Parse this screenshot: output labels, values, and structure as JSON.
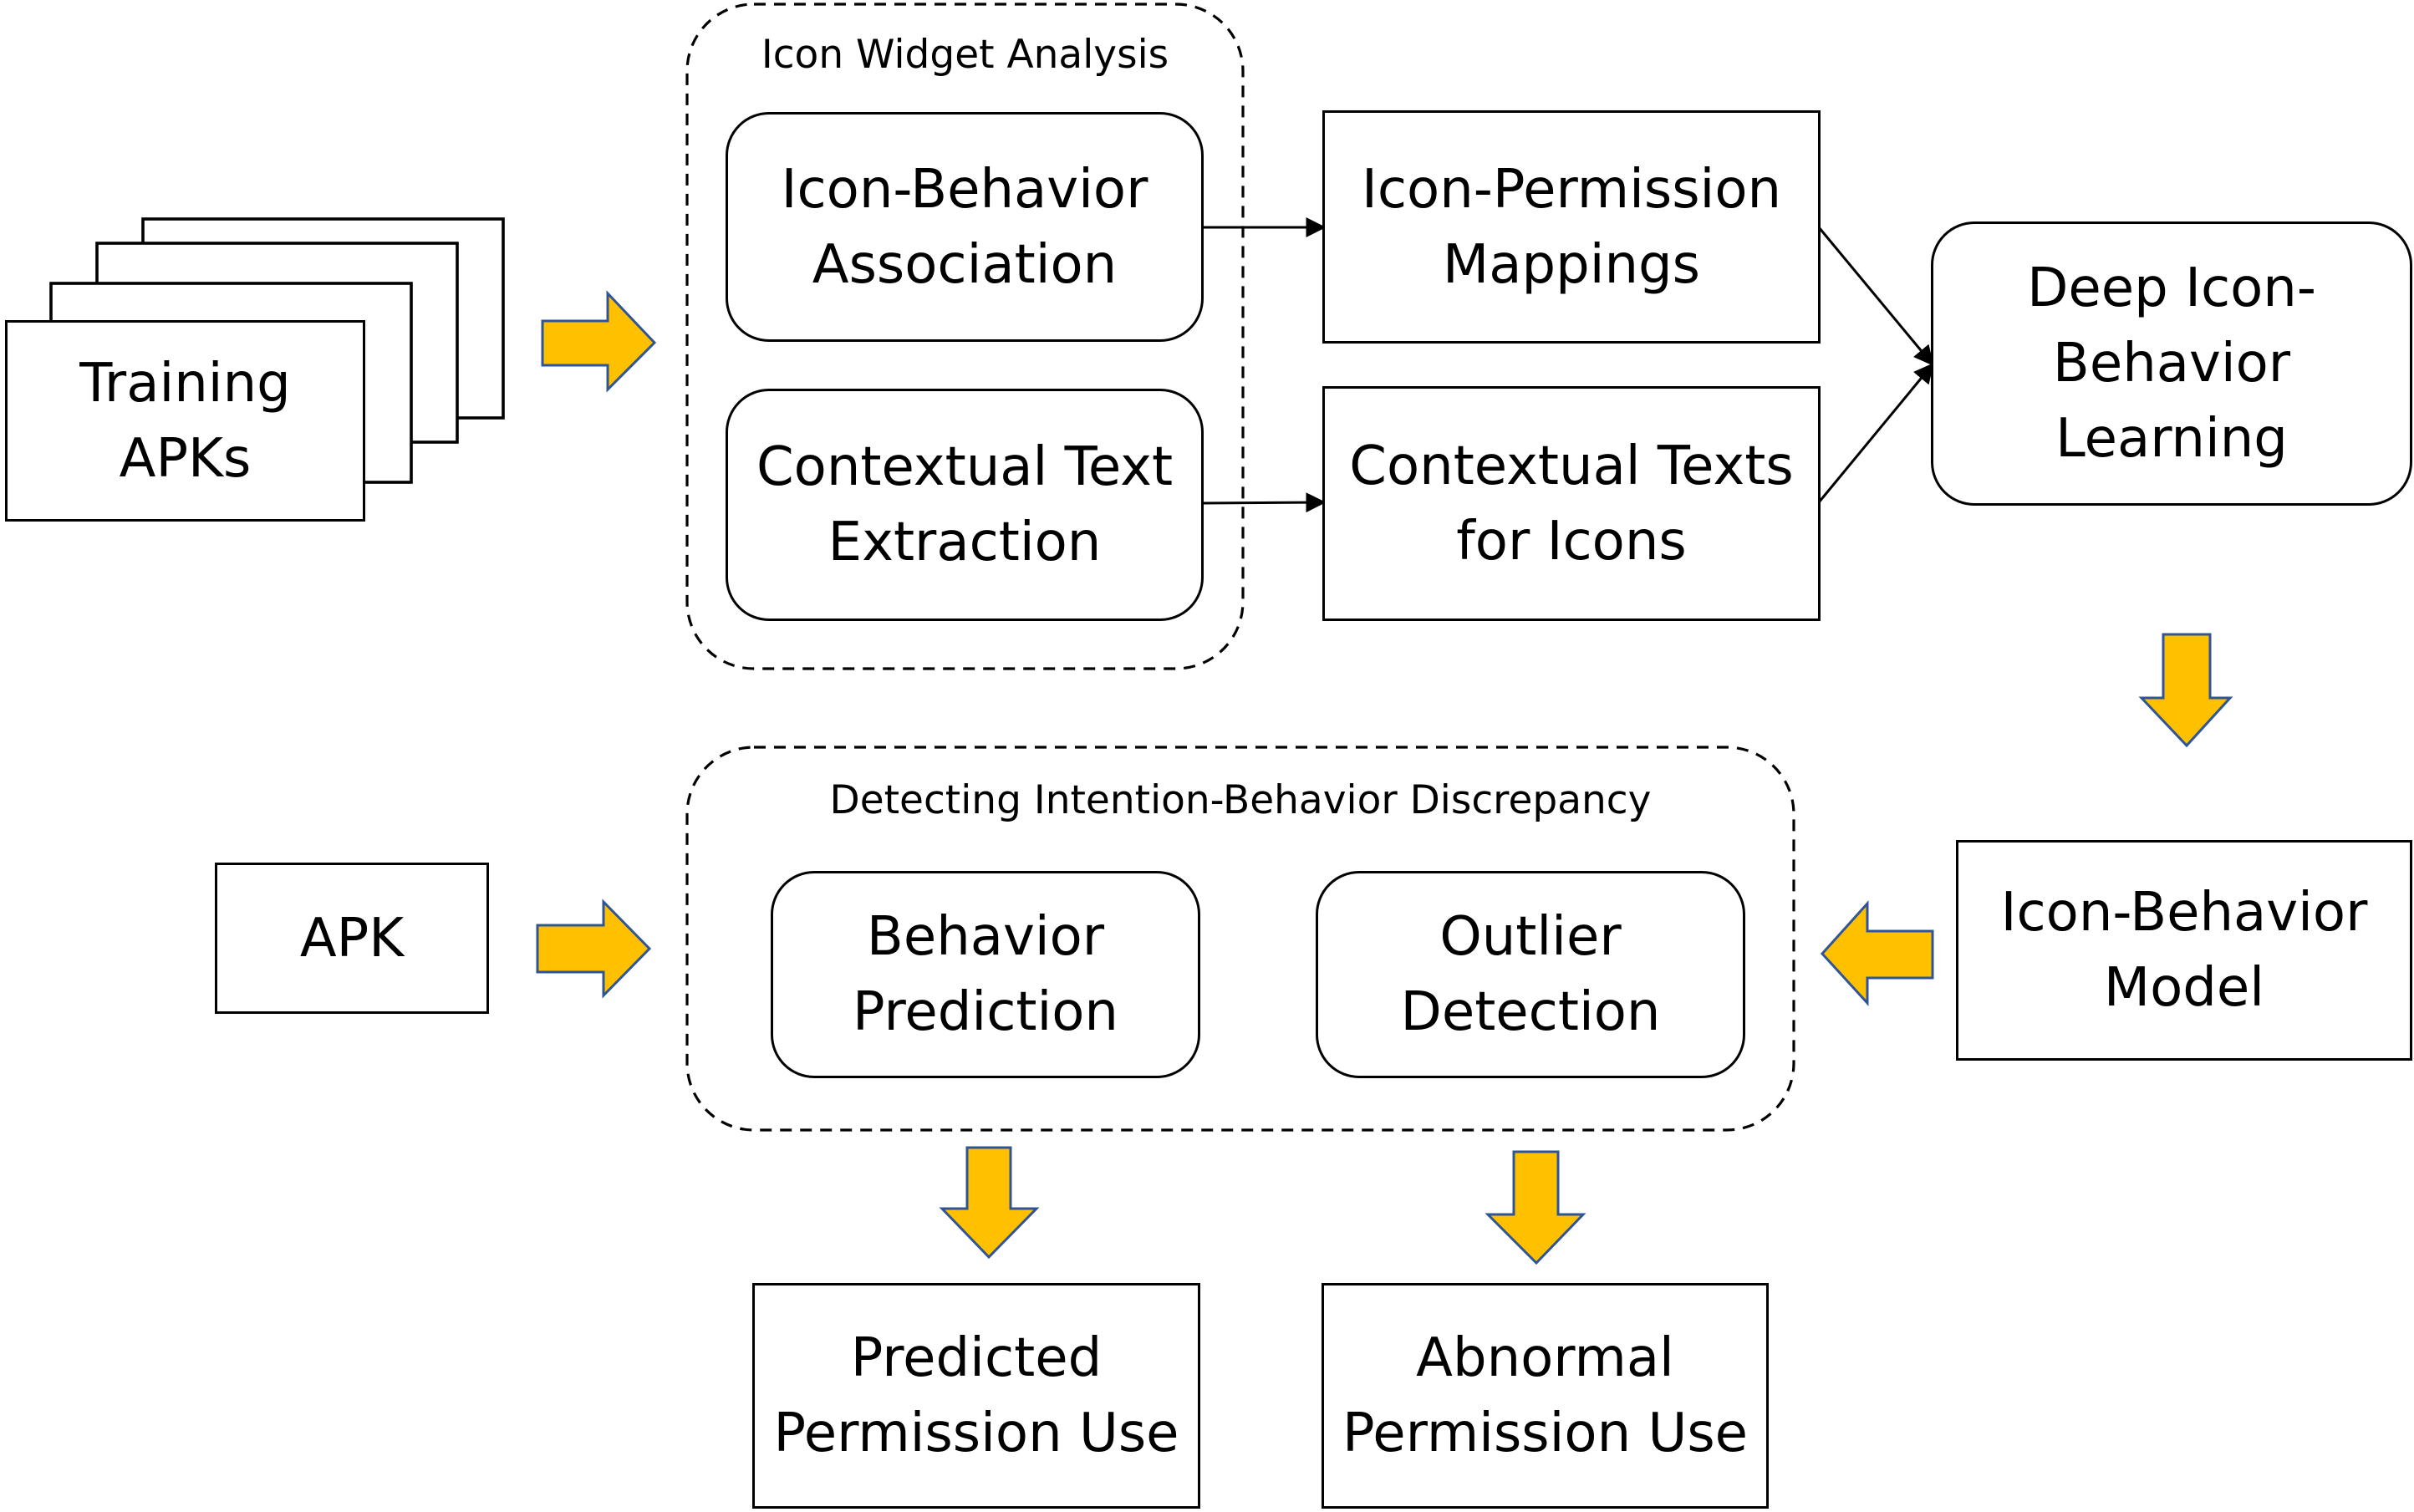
{
  "colors": {
    "arrow_fill": "#FFC000",
    "arrow_stroke": "#2F5597",
    "line": "#000000",
    "background": "#FFFFFF"
  },
  "groups": {
    "icon_widget_analysis": "Icon Widget Analysis",
    "detecting_discrepancy": "Detecting Intention-Behavior Discrepancy"
  },
  "nodes": {
    "training_apks": "Training\nAPKs",
    "icon_behavior_association": "Icon-Behavior\nAssociation",
    "contextual_text_extraction": "Contextual Text\nExtraction",
    "icon_permission_mappings": "Icon-Permission\nMappings",
    "contextual_texts_for_icons": "Contextual Texts\nfor Icons",
    "deep_icon_behavior_learning": "Deep Icon-\nBehavior\nLearning",
    "icon_behavior_model": "Icon-Behavior\nModel",
    "apk": "APK",
    "behavior_prediction": "Behavior\nPrediction",
    "outlier_detection": "Outlier\nDetection",
    "predicted_permission_use": "Predicted\nPermission Use",
    "abnormal_permission_use": "Abnormal\nPermission Use"
  }
}
